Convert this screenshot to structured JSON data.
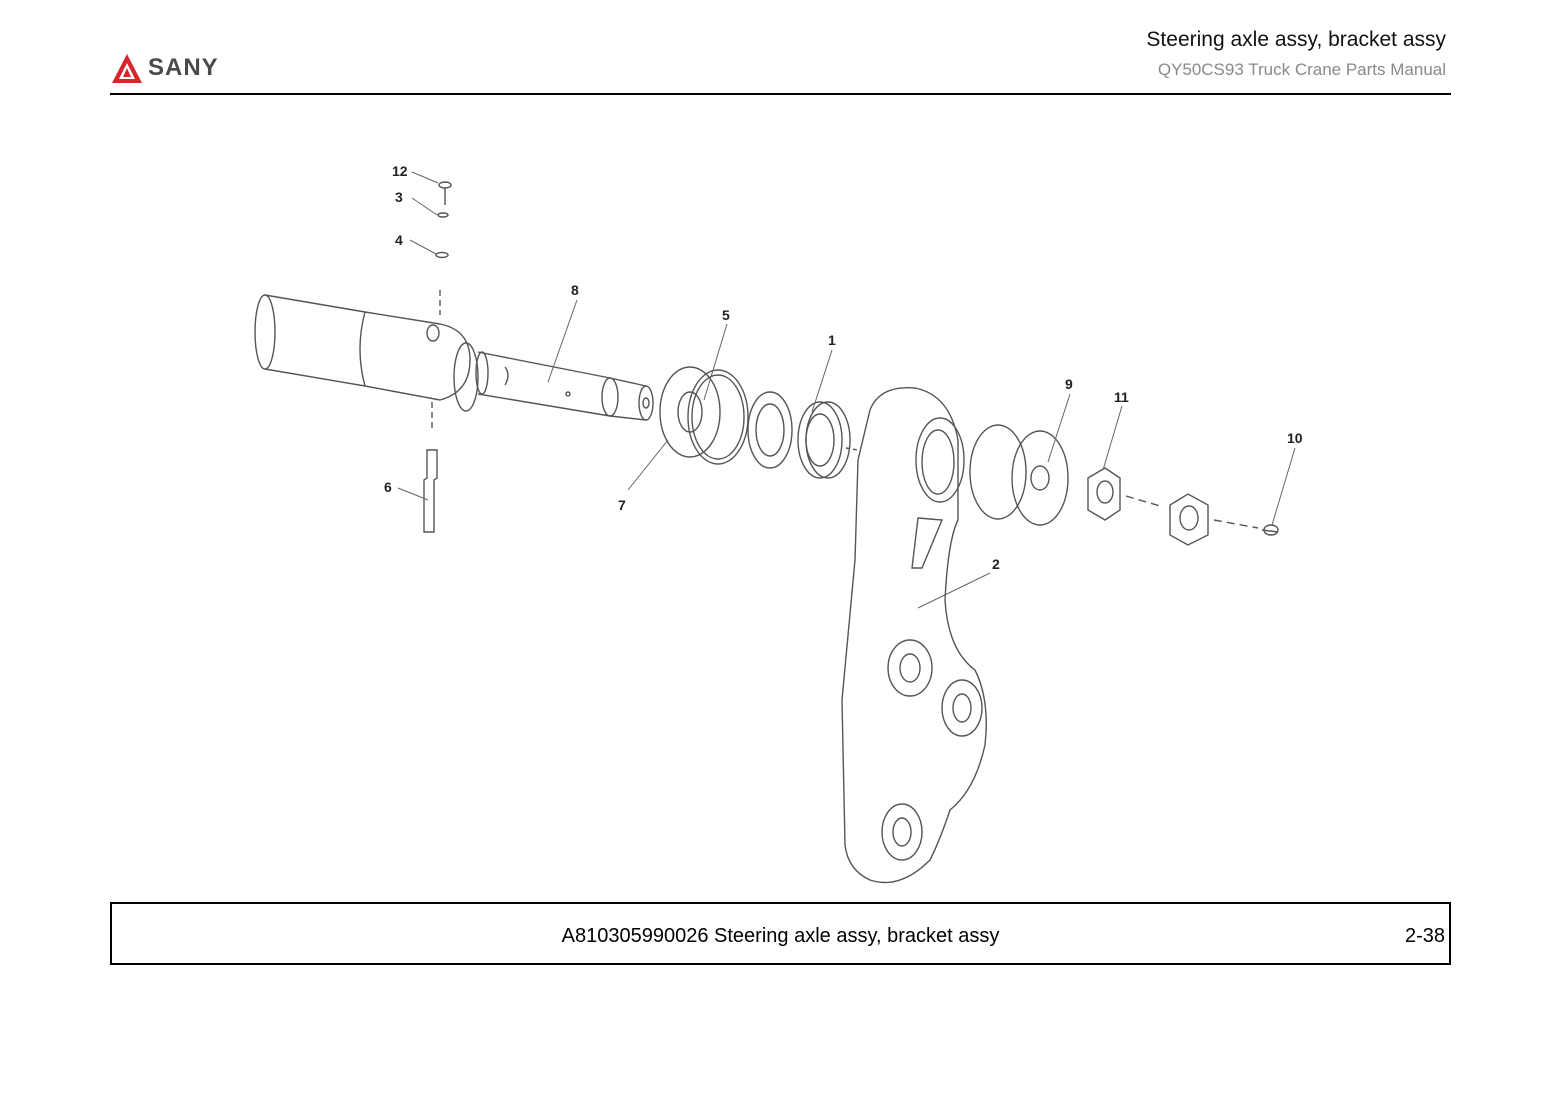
{
  "header": {
    "brand": "SANY",
    "title": "Steering axle assy, bracket assy",
    "subtitle": "QY50CS93 Truck Crane  Parts Manual"
  },
  "colors": {
    "brand_red": "#d7262b",
    "line": "#555555"
  },
  "drawing": {
    "callouts": [
      "12",
      "3",
      "4",
      "8",
      "5",
      "1",
      "9",
      "11",
      "10",
      "6",
      "7",
      "2"
    ]
  },
  "footer": {
    "caption": "A810305990026 Steering axle assy, bracket assy",
    "page": "2-38"
  }
}
